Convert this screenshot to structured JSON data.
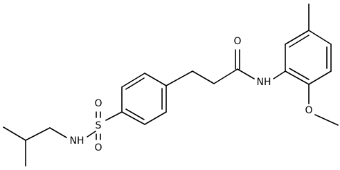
{
  "structure": {
    "atoms": {
      "sulfur": "S",
      "sulfonyl_oxygen_top": "O",
      "sulfonyl_oxygen_bottom": "O",
      "sulfonamide_nh": "NH",
      "carbonyl_oxygen": "O",
      "amide_nh": "NH",
      "methoxy_oxygen": "O"
    }
  }
}
